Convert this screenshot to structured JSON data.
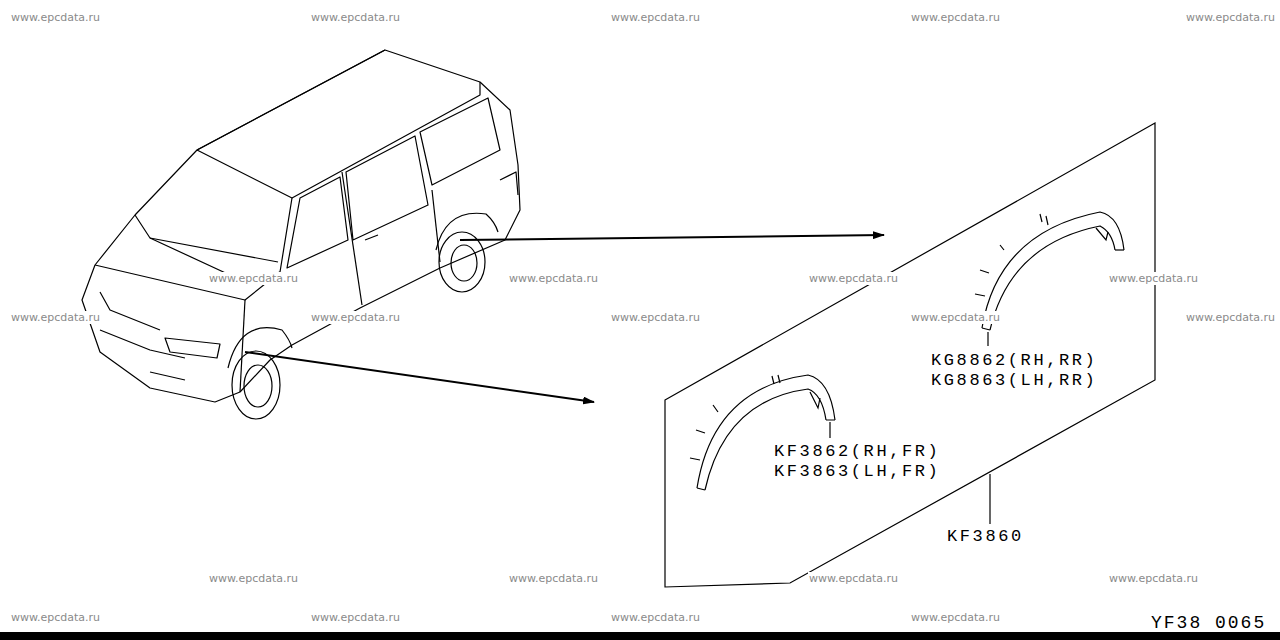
{
  "diagram": {
    "labels": [
      "www.epcdata.ru",
      "www.epcdata.ru",
      "www.epcdata.ru",
      "www.epcdata.ru",
      "www.epcdata.ru",
      "www.epcdata.ru",
      "www.epcdata.ru",
      "www.epcdata.ru",
      "www.epcdata.ru",
      "www.epcdata.ru",
      "www.epcdata.ru",
      "www.epcdata.ru",
      "www.epcdata.ru",
      "www.epcdata.ru",
      "www.epcdata.ru",
      "www.epcdata.ru",
      "www.epcdata.ru",
      "www.epcdata.ru",
      "www.epcdata.ru",
      "www.epcdata.ru",
      "www.epcdata.ru",
      "www.epcdata.ru",
      "KG8862(RH,RR)",
      "KG8863(LH,RR)",
      "KF3862(RH,FR)",
      "KF3863(LH,FR)",
      "KF3860",
      "YF38 0065"
    ]
  }
}
